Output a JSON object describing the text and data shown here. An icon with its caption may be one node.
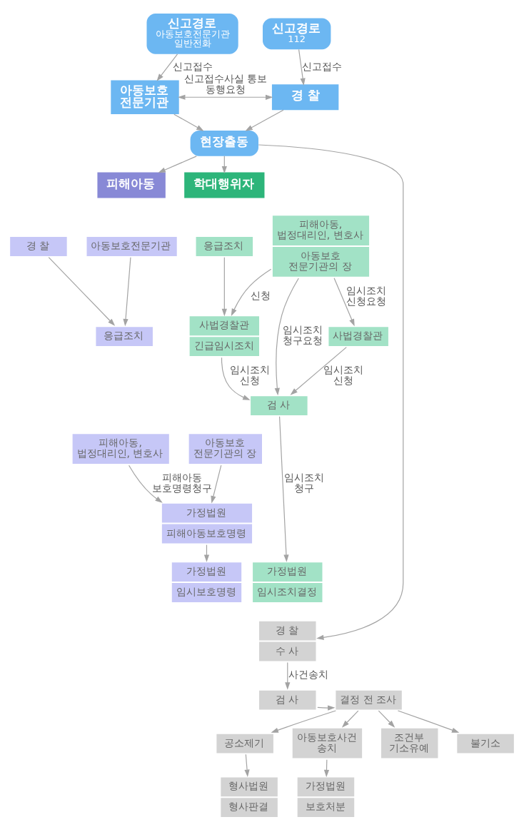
{
  "diagram": {
    "nodes": [
      {
        "text": [
          "신고경로",
          "아동보호전문기관 일반전화"
        ]
      },
      {
        "text": [
          "신고경로",
          "112"
        ]
      },
      {
        "text": [
          "아동보호 전문기관"
        ]
      },
      {
        "text": [
          "경 찰"
        ]
      },
      {
        "text": [
          "현장출동"
        ]
      },
      {
        "text": [
          "피해아동"
        ]
      },
      {
        "text": [
          "학대행위자"
        ]
      },
      {
        "text": [
          "경 찰"
        ]
      },
      {
        "text": [
          "아동보호전문기관"
        ]
      },
      {
        "text": [
          "응급조치"
        ]
      },
      {
        "text": [
          "피해아동, 법정대리인, 변호사"
        ]
      },
      {
        "text": [
          "아동보호 전문기관의 장"
        ]
      },
      {
        "text": [
          "가정법원",
          "피해아동보호명령"
        ]
      },
      {
        "text": [
          "가정법원",
          "임시보호명령"
        ]
      },
      {
        "text": [
          "응급조치"
        ]
      },
      {
        "text": [
          "피해아동, 법정대리인, 변호사",
          "아동보호 전문기관의 장"
        ]
      },
      {
        "text": [
          "사법경찰관",
          "긴급임시조치"
        ]
      },
      {
        "text": [
          "검 사"
        ]
      },
      {
        "text": [
          "사법경찰관"
        ]
      },
      {
        "text": [
          "가정법원",
          "임시조치결정"
        ]
      },
      {
        "text": [
          "경 찰",
          "수 사"
        ]
      },
      {
        "text": [
          "검 사"
        ]
      },
      {
        "text": [
          "결정 전 조사"
        ]
      },
      {
        "text": [
          "공소제기"
        ]
      },
      {
        "text": [
          "아동보호사건 송치"
        ]
      },
      {
        "text": [
          "조건부 기소유예"
        ]
      },
      {
        "text": [
          "불기소"
        ]
      },
      {
        "text": [
          "형사법원",
          "형사판결"
        ]
      },
      {
        "text": [
          "가정법원",
          "보호처분"
        ]
      }
    ],
    "edges": [
      {
        "from": 0,
        "to": 2,
        "arrow": "to",
        "label": "신고접수"
      },
      {
        "from": 1,
        "to": 3,
        "arrow": "to",
        "label": "신고접수"
      },
      {
        "from": 2,
        "to": 3,
        "arrow": "both",
        "label": "신고접수사실 통보 동행요청"
      },
      {
        "from": 2,
        "to": 4,
        "arrow": "to"
      },
      {
        "from": 3,
        "to": 4,
        "arrow": "to"
      },
      {
        "from": 4,
        "to": 5,
        "arrow": "to"
      },
      {
        "from": 4,
        "to": 6,
        "arrow": "to"
      },
      {
        "from": 7,
        "to": 9,
        "arrow": "to"
      },
      {
        "from": 8,
        "to": 9,
        "arrow": "to"
      },
      {
        "from": 10,
        "to": 12,
        "arrow": "to",
        "label": "피해아동 보호명령청구"
      },
      {
        "from": 11,
        "to": 12,
        "arrow": "to"
      },
      {
        "from": 12,
        "to": 13,
        "arrow": "to"
      },
      {
        "from": 14,
        "to": 16,
        "arrow": "to"
      },
      {
        "from": 15,
        "to": 16,
        "arrow": "to",
        "label": "신청"
      },
      {
        "from": 15,
        "to": 17,
        "arrow": "to",
        "label": "임시조치 청구요청"
      },
      {
        "from": 15,
        "to": 18,
        "arrow": "to",
        "label": "임시조치 신청요청"
      },
      {
        "from": 16,
        "to": 17,
        "arrow": "to",
        "label": "임시조치 신청"
      },
      {
        "from": 18,
        "to": 17,
        "arrow": "to",
        "label": "임시조치 신청"
      },
      {
        "from": 17,
        "to": 19,
        "arrow": "to",
        "label": "임시조치 청구"
      },
      {
        "from": 4,
        "to": 20,
        "arrow": "to"
      },
      {
        "from": 20,
        "to": 21,
        "arrow": "to",
        "label": "사건송치"
      },
      {
        "from": 21,
        "to": 22,
        "arrow": "to"
      },
      {
        "from": 22,
        "to": 23,
        "arrow": "to"
      },
      {
        "from": 22,
        "to": 24,
        "arrow": "to"
      },
      {
        "from": 22,
        "to": 25,
        "arrow": "to"
      },
      {
        "from": 22,
        "to": 26,
        "arrow": "to"
      },
      {
        "from": 23,
        "to": 27,
        "arrow": "to"
      },
      {
        "from": 24,
        "to": 28,
        "arrow": "to"
      }
    ]
  }
}
